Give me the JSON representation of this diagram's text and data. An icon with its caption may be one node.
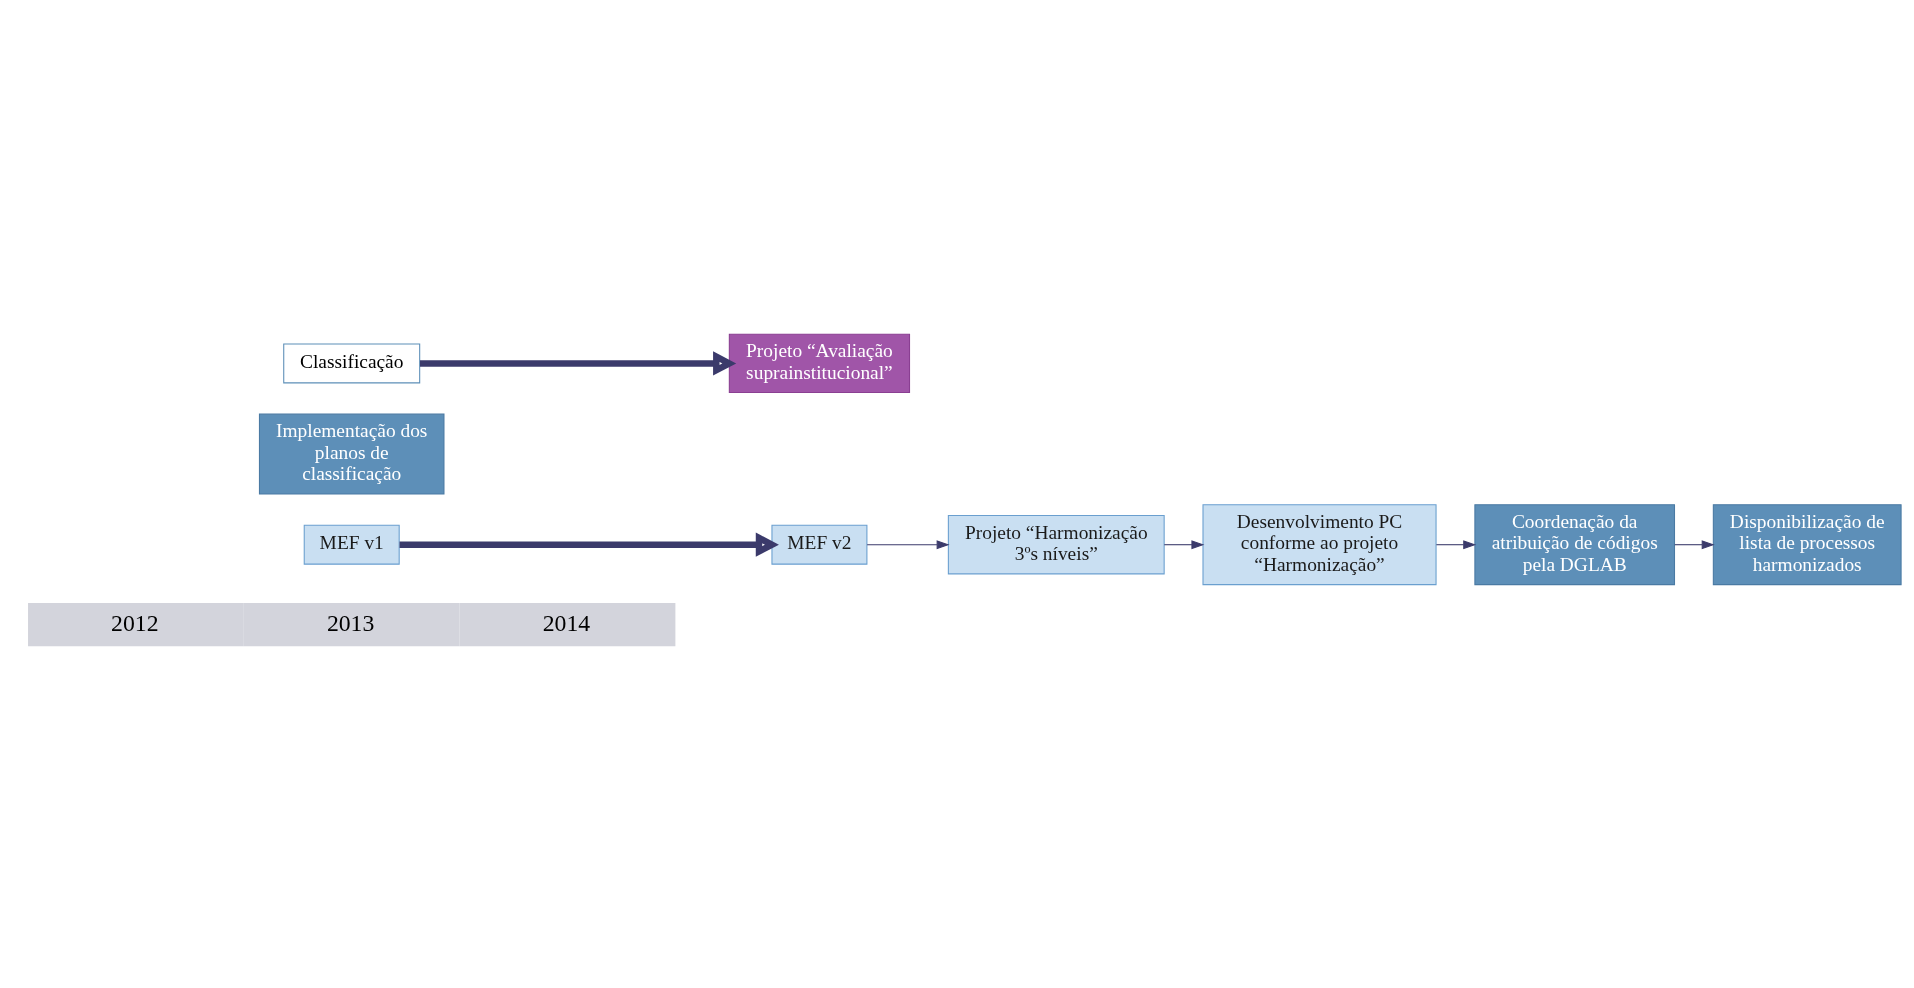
{
  "diagram": {
    "nodes": [
      {
        "text": [
          "MEF v1"
        ]
      },
      {
        "text": [
          "MEF v2"
        ]
      },
      {
        "text": [
          "Projeto “Harmonização 3ºs níveis”"
        ]
      },
      {
        "text": [
          "Desenvolvimento PC conforme ao projeto “Harmonização”"
        ]
      },
      {
        "text": [
          "Coordenação da atribuição de códigos pela DGLAB"
        ]
      },
      {
        "text": [
          "Disponibilização de lista de processos harmonizados"
        ]
      },
      {
        "text": [
          "Implementação dos planos de classificação"
        ]
      },
      {
        "text": [
          "Classificação"
        ]
      },
      {
        "text": [
          "Projeto “Avaliação suprainstitucional”"
        ]
      }
    ],
    "edges": [
      {
        "from": 0,
        "to": 1,
        "arrow": "to",
        "style": "thick"
      },
      {
        "from": 1,
        "to": 2,
        "arrow": "to"
      },
      {
        "from": 2,
        "to": 3,
        "arrow": "to"
      },
      {
        "from": 3,
        "to": 4,
        "arrow": "to"
      },
      {
        "from": 4,
        "to": 5,
        "arrow": "to"
      },
      {
        "from": 7,
        "to": 8,
        "arrow": "to",
        "style": "thick"
      }
    ],
    "labels": [
      "2012",
      "2013",
      "2014"
    ]
  }
}
